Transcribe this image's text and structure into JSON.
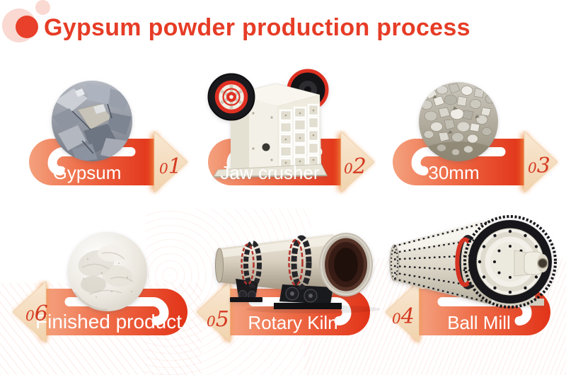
{
  "title": "Gypsum powder production process",
  "steps": [
    {
      "num": "01",
      "label": "Gypsum",
      "image": "gypsum rock lumps",
      "arrow": "right"
    },
    {
      "num": "02",
      "label": "Jaw crusher",
      "image": "jaw crusher machine",
      "arrow": "right"
    },
    {
      "num": "03",
      "label": "30mm",
      "image": "crushed stone 30mm",
      "arrow": "right"
    },
    {
      "num": "04",
      "label": "Ball Mill",
      "image": "ball mill machine",
      "arrow": "left"
    },
    {
      "num": "05",
      "label": "Rotary Kiln",
      "image": "rotary kiln machine",
      "arrow": "left"
    },
    {
      "num": "06",
      "label": "Finished product",
      "image": "white gypsum powder",
      "arrow": "left"
    }
  ],
  "colors": {
    "title_red": "#e63c26",
    "banner_gradient_start": "#f4a17e",
    "banner_gradient_end": "#e23318",
    "band_white": "#ffffff",
    "arrow_peach": "#f8e3c8",
    "number_red": "#d53a22",
    "label_text": "#ffffff",
    "deco_pale_pink": "#f9d9d2"
  }
}
